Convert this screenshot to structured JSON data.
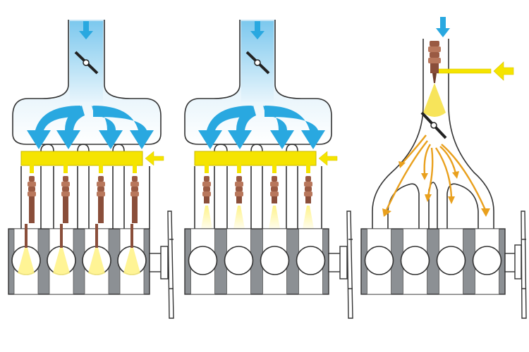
{
  "diagram": {
    "panels": [
      {
        "id": "direct-injection",
        "air_flow_arrows": 4,
        "fuel_rail": true,
        "injectors_into_cylinders": true,
        "cylinders": 4,
        "fuel_spray_in_cylinders": true
      },
      {
        "id": "port-injection",
        "air_flow_arrows": 4,
        "fuel_rail": true,
        "injectors_into_ports": true,
        "cylinders": 4,
        "fuel_spray_in_cylinders": false
      },
      {
        "id": "single-point-injection",
        "single_injector": true,
        "fuel_air_mixture_branches": 4,
        "cylinders": 4,
        "fuel_spray_in_cylinders": false
      }
    ]
  },
  "colors": {
    "air": "#29a8e0",
    "air_light": "#d8eef9",
    "fuel_rail": "#f5e400",
    "fuel_arrow": "#f2c81e",
    "mixture_arrow": "#e9a01d",
    "injector": "#9a5a43",
    "block": "#8c9094",
    "outline": "#333333"
  }
}
